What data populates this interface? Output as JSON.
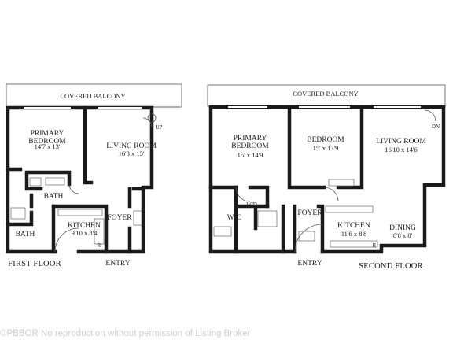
{
  "first_floor": {
    "floor_label": "FIRST FLOOR",
    "covered_balcony": "COVERED BALCONY",
    "primary_bedroom": {
      "name": "PRIMARY\nBEDROOM",
      "dims": "14'7 x 13'"
    },
    "living_room": {
      "name": "LIVING ROOM",
      "dims": "16'8 x 15'"
    },
    "stair_up": "UP",
    "bath_upper": "BATH",
    "bath_lower": "BATH",
    "kitchen": {
      "name": "KITCHEN",
      "dims": "9'10 x 8'4"
    },
    "refrigerator": "R",
    "foyer": "FOYER",
    "entry": "ENTRY"
  },
  "second_floor": {
    "floor_label": "SECOND FLOOR",
    "covered_balcony": "COVERED BALCONY",
    "primary_bedroom": {
      "name": "PRIMARY\nBEDROOM",
      "dims": "15' x 14'9"
    },
    "bedroom": {
      "name": "BEDROOM",
      "dims": "15' x 13'9"
    },
    "living_room": {
      "name": "LIVING ROOM",
      "dims": "16'10 x 14'6"
    },
    "stair_down": "DN",
    "washer_dryer": "W/D",
    "wic": "WIC",
    "foyer": "FOYER",
    "kitchen": {
      "name": "KITCHEN",
      "dims": "11'6 x 8'8"
    },
    "refrigerator": "R",
    "dining": {
      "name": "DINING",
      "dims": "8'8 x 8'"
    },
    "entry": "ENTRY"
  },
  "footer": "©PBBOR No reproduction without permission of Listing Broker"
}
